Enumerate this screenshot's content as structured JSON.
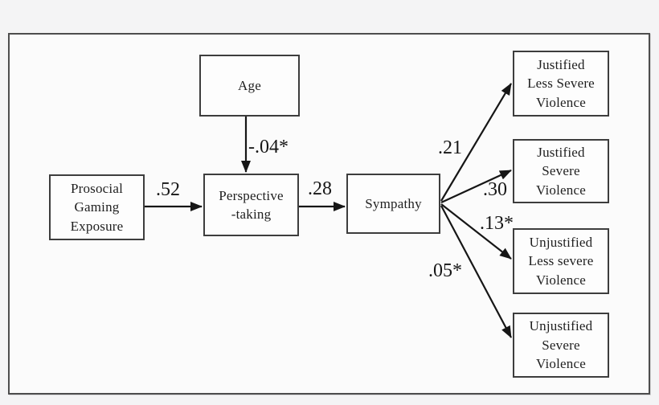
{
  "figure": {
    "kind": "path-model-diagram",
    "description": "Path model: prosocial gaming exposure to perspective-taking to sympathy to evaluations of violence"
  },
  "colors": {
    "background": "#f4f4f5",
    "frame_fill": "#fbfbfb",
    "frame_border": "#4d4d4d",
    "box_fill": "#fdfdfd",
    "box_border": "#3d3d3d",
    "line": "#161616",
    "text": "#1f1f1f"
  },
  "nodes": {
    "age": {
      "label": "Age"
    },
    "prosocial_gaming_exposure": {
      "label": "Prosocial\nGaming\nExposure"
    },
    "perspective_taking": {
      "label": "Perspective\n-taking"
    },
    "sympathy": {
      "label": "Sympathy"
    },
    "justified_less_severe_violence": {
      "label": "Justified\nLess Severe\nViolence"
    },
    "justified_severe_violence": {
      "label": "Justified\nSevere\nViolence"
    },
    "unjustified_less_severe_violence": {
      "label": "Unjustified\nLess severe\nViolence"
    },
    "unjustified_severe_violence": {
      "label": "Unjustified\nSevere\nViolence"
    }
  },
  "paths": {
    "prosocial_to_perspective": {
      "from": "prosocial_gaming_exposure",
      "to": "perspective_taking",
      "coefficient": ".52"
    },
    "age_to_perspective": {
      "from": "age",
      "to": "perspective_taking",
      "coefficient": "-.04*"
    },
    "perspective_to_sympathy": {
      "from": "perspective_taking",
      "to": "sympathy",
      "coefficient": ".28"
    },
    "sympathy_to_justified_less_severe": {
      "from": "sympathy",
      "to": "justified_less_severe_violence",
      "coefficient": ".21"
    },
    "sympathy_to_justified_severe": {
      "from": "sympathy",
      "to": "justified_severe_violence",
      "coefficient": ".30"
    },
    "sympathy_to_unjustified_less_severe": {
      "from": "sympathy",
      "to": "unjustified_less_severe_violence",
      "coefficient": ".13*"
    },
    "sympathy_to_unjustified_severe": {
      "from": "sympathy",
      "to": "unjustified_severe_violence",
      "coefficient": ".05*"
    }
  }
}
